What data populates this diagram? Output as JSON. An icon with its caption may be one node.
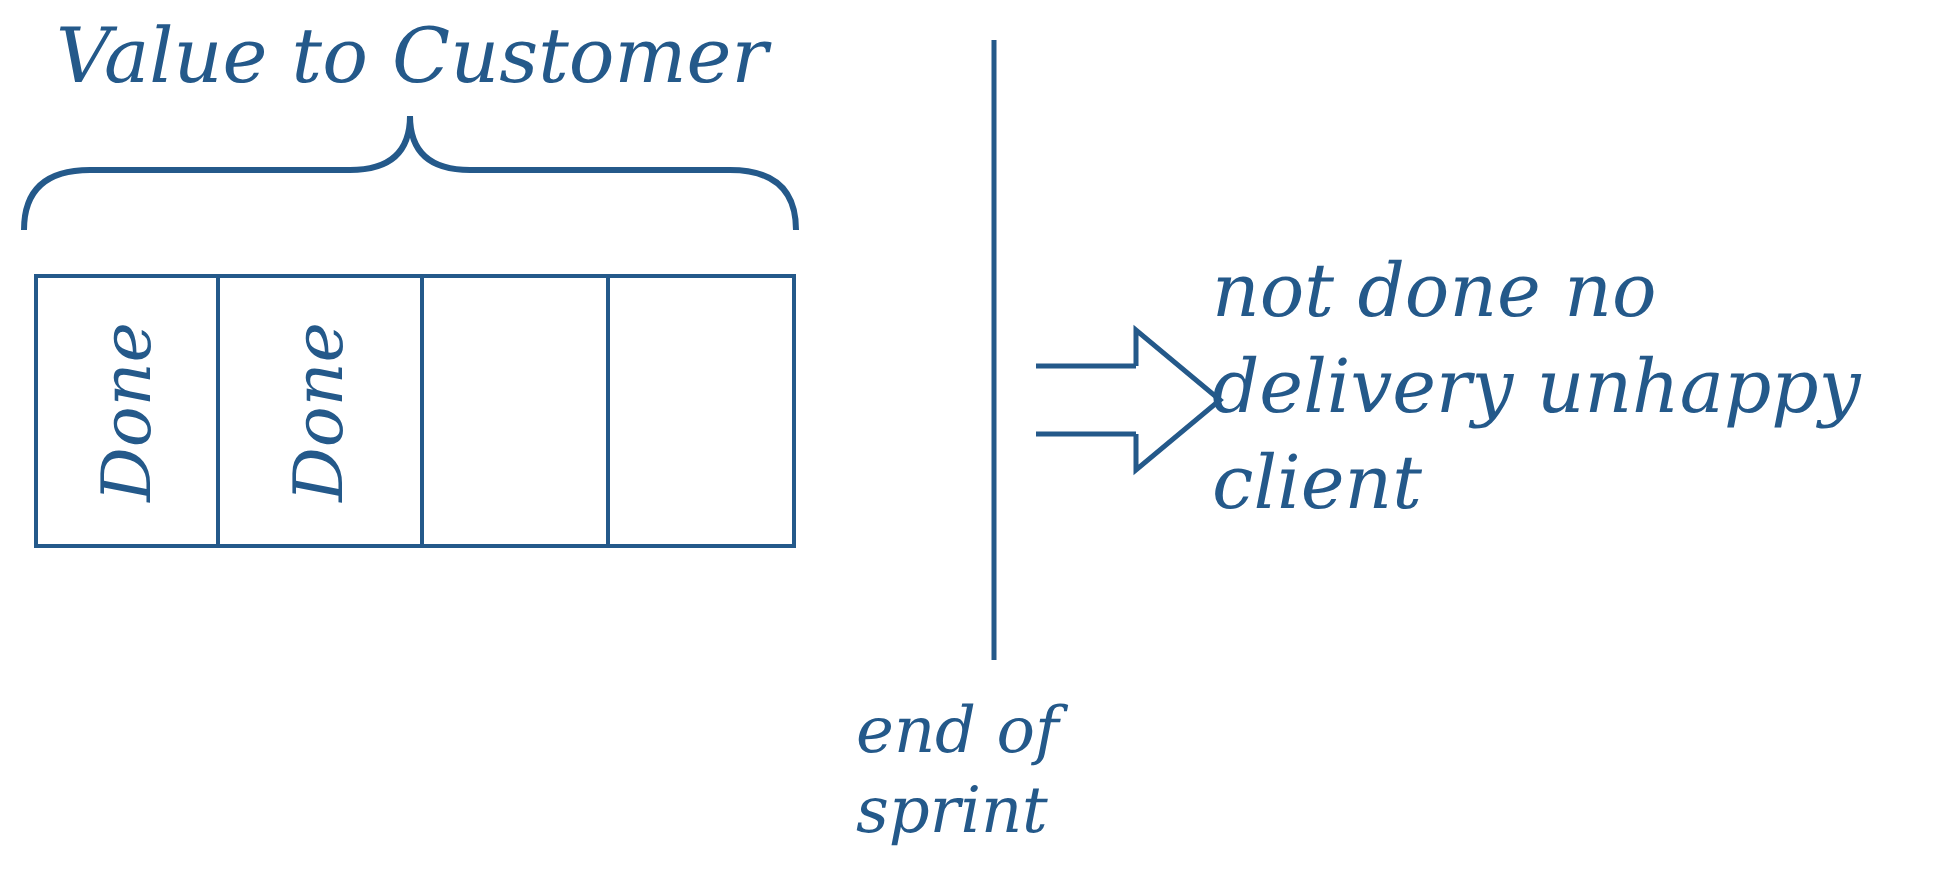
{
  "diagram": {
    "nodes": [
      {
        "text": [
          "Done"
        ]
      },
      {
        "text": [
          "Done"
        ]
      },
      {
        "text": [],
        "shape": "box"
      },
      {
        "text": [],
        "shape": "box"
      },
      {
        "text": [
          "not done no delivery unhappy client"
        ]
      }
    ],
    "edges": [
      {
        "from": null,
        "to": 4,
        "arrow": "to"
      }
    ],
    "labels": [
      "Value to Customer",
      "end of sprint"
    ]
  }
}
